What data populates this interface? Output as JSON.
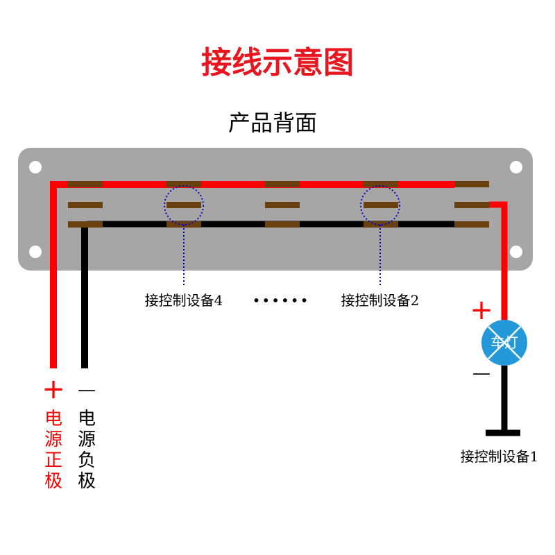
{
  "title": "接线示意图",
  "subtitle": "产品背面",
  "device_labels": {
    "device4": "接控制设备4",
    "dots": "••••••",
    "device2": "接控制设备2",
    "device1": "接控制设备1"
  },
  "lamp_label": "车灯",
  "lamp_plus": "+",
  "lamp_minus": "—",
  "power_positive": {
    "sign": "+",
    "chars": [
      "电",
      "源",
      "正",
      "极"
    ]
  },
  "power_negative": {
    "sign": "—",
    "chars": [
      "电",
      "源",
      "负",
      "极"
    ]
  },
  "colors": {
    "title": "#e8171f",
    "positive_wire": "#ff0000",
    "negative_wire": "#000000",
    "panel": "#a6a6a6",
    "contact": "#6b4010",
    "marker": "#0000cc",
    "lamp": "#2499d9"
  }
}
